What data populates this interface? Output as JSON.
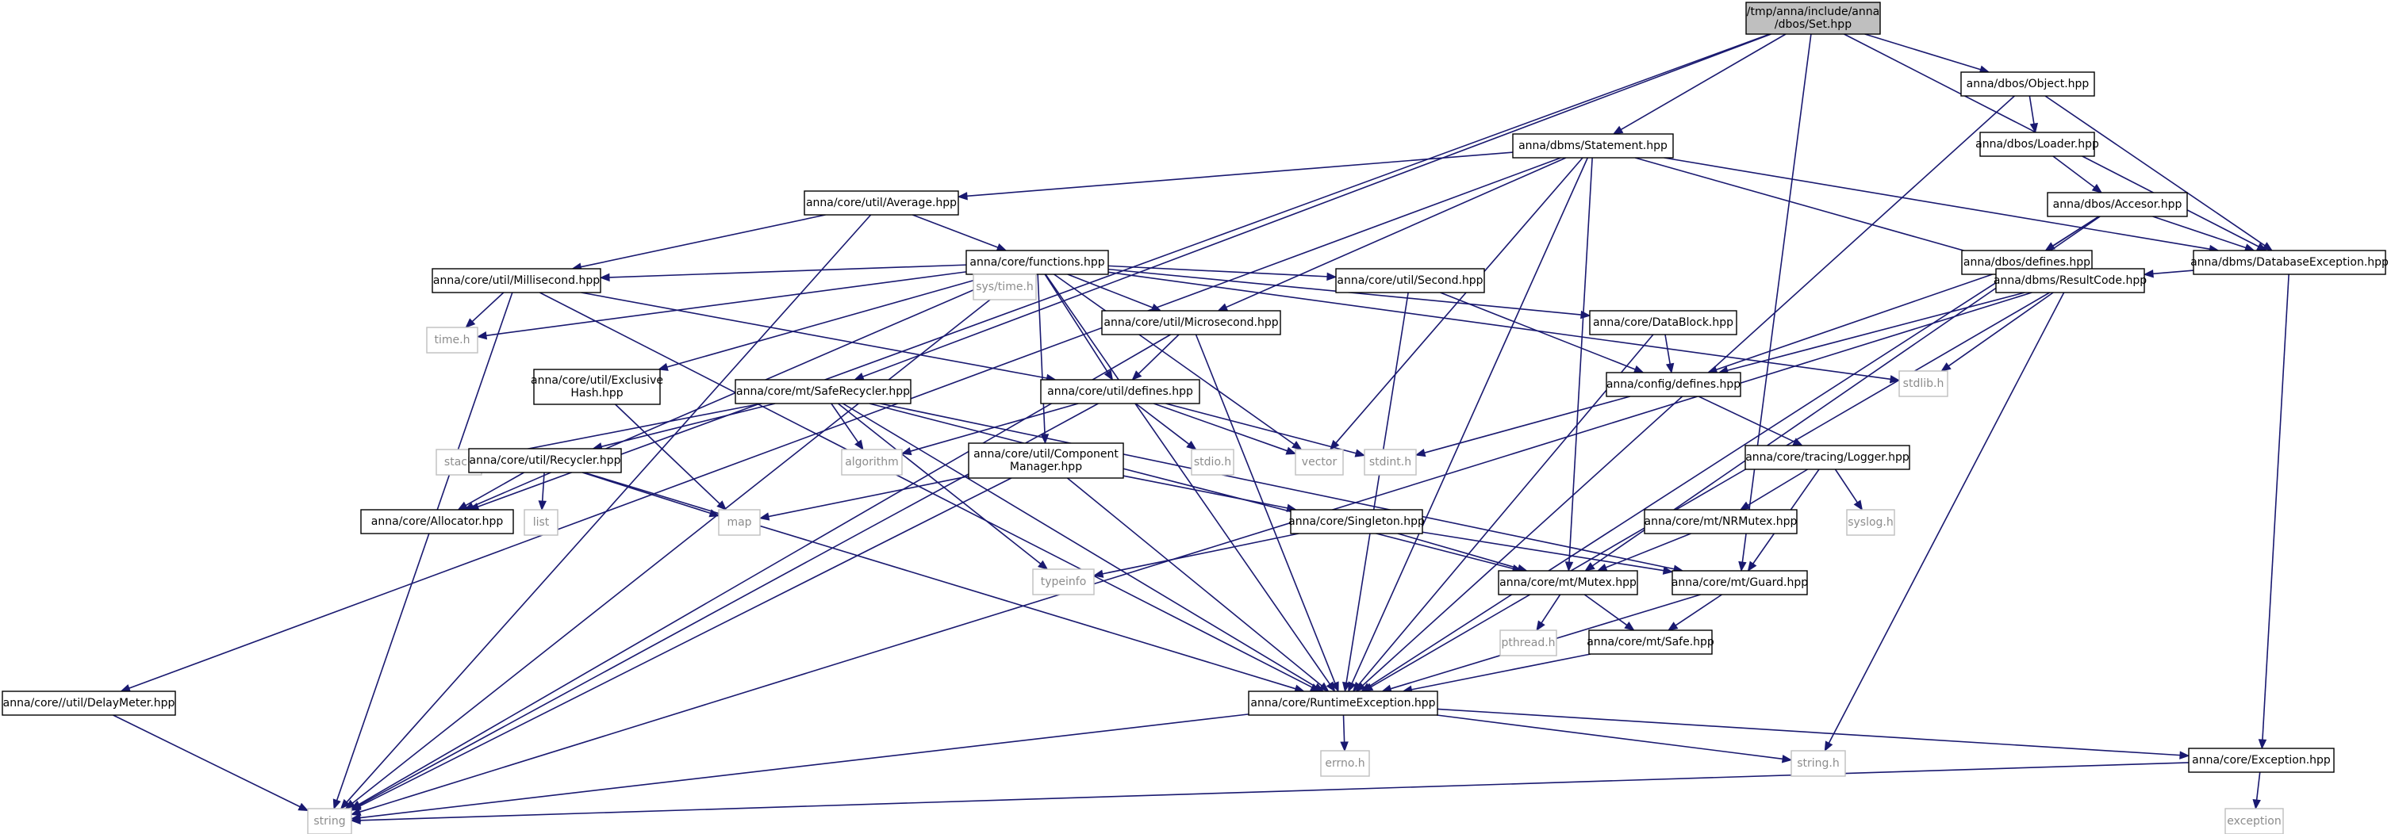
{
  "graph": {
    "nodes": {
      "root": {
        "lines": [
          "/tmp/anna/include/anna",
          "/dbos/Set.hpp"
        ],
        "kind": "root"
      },
      "object": {
        "lines": [
          "anna/dbos/Object.hpp"
        ],
        "kind": "file"
      },
      "statement": {
        "lines": [
          "anna/dbms/Statement.hpp"
        ],
        "kind": "file"
      },
      "loader": {
        "lines": [
          "anna/dbos/Loader.hpp"
        ],
        "kind": "file"
      },
      "accesor": {
        "lines": [
          "anna/dbos/Accesor.hpp"
        ],
        "kind": "file"
      },
      "average": {
        "lines": [
          "anna/core/util/Average.hpp"
        ],
        "kind": "file"
      },
      "dbosdefines": {
        "lines": [
          "anna/dbos/defines.hpp"
        ],
        "kind": "file"
      },
      "dbexc": {
        "lines": [
          "anna/dbms/DatabaseException.hpp"
        ],
        "kind": "file"
      },
      "functions": {
        "lines": [
          "anna/core/functions.hpp"
        ],
        "kind": "file"
      },
      "millisecond": {
        "lines": [
          "anna/core/util/Millisecond.hpp"
        ],
        "kind": "file"
      },
      "systime": {
        "lines": [
          "sys/time.h"
        ],
        "kind": "sys"
      },
      "microsecond": {
        "lines": [
          "anna/core/util/Microsecond.hpp"
        ],
        "kind": "file"
      },
      "second": {
        "lines": [
          "anna/core/util/Second.hpp"
        ],
        "kind": "file"
      },
      "datablock": {
        "lines": [
          "anna/core/DataBlock.hpp"
        ],
        "kind": "file"
      },
      "resultcode": {
        "lines": [
          "anna/dbms/ResultCode.hpp"
        ],
        "kind": "file"
      },
      "exclusivehash": {
        "lines": [
          "anna/core/util/Exclusive",
          "Hash.hpp"
        ],
        "kind": "file"
      },
      "timeh": {
        "lines": [
          "time.h"
        ],
        "kind": "sys"
      },
      "saferecycler": {
        "lines": [
          "anna/core/mt/SafeRecycler.hpp"
        ],
        "kind": "file"
      },
      "utildefines": {
        "lines": [
          "anna/core/util/defines.hpp"
        ],
        "kind": "file"
      },
      "configdefines": {
        "lines": [
          "anna/config/defines.hpp"
        ],
        "kind": "file"
      },
      "stdlib": {
        "lines": [
          "stdlib.h"
        ],
        "kind": "sys"
      },
      "stack": {
        "lines": [
          "stack"
        ],
        "kind": "sys"
      },
      "recycler": {
        "lines": [
          "anna/core/util/Recycler.hpp"
        ],
        "kind": "file"
      },
      "algorithm": {
        "lines": [
          "algorithm"
        ],
        "kind": "sys"
      },
      "compmgr": {
        "lines": [
          "anna/core/util/Component",
          "Manager.hpp"
        ],
        "kind": "file"
      },
      "stdio": {
        "lines": [
          "stdio.h"
        ],
        "kind": "sys"
      },
      "vector": {
        "lines": [
          "vector"
        ],
        "kind": "sys"
      },
      "stdint": {
        "lines": [
          "stdint.h"
        ],
        "kind": "sys"
      },
      "logger": {
        "lines": [
          "anna/core/tracing/Logger.hpp"
        ],
        "kind": "file"
      },
      "list": {
        "lines": [
          "list"
        ],
        "kind": "sys"
      },
      "allocator": {
        "lines": [
          "anna/core/Allocator.hpp"
        ],
        "kind": "file"
      },
      "map": {
        "lines": [
          "map"
        ],
        "kind": "sys"
      },
      "singleton": {
        "lines": [
          "anna/core/Singleton.hpp"
        ],
        "kind": "file"
      },
      "nrmutex": {
        "lines": [
          "anna/core/mt/NRMutex.hpp"
        ],
        "kind": "file"
      },
      "syslog": {
        "lines": [
          "syslog.h"
        ],
        "kind": "sys"
      },
      "typeinfo": {
        "lines": [
          "typeinfo"
        ],
        "kind": "sys"
      },
      "mutex": {
        "lines": [
          "anna/core/mt/Mutex.hpp"
        ],
        "kind": "file"
      },
      "guard": {
        "lines": [
          "anna/core/mt/Guard.hpp"
        ],
        "kind": "file"
      },
      "pthread": {
        "lines": [
          "pthread.h"
        ],
        "kind": "sys"
      },
      "safe": {
        "lines": [
          "anna/core/mt/Safe.hpp"
        ],
        "kind": "file"
      },
      "delaymeter": {
        "lines": [
          "anna/core//util/DelayMeter.hpp"
        ],
        "kind": "file"
      },
      "runtimeexc": {
        "lines": [
          "anna/core/RuntimeException.hpp"
        ],
        "kind": "file"
      },
      "errno": {
        "lines": [
          "errno.h"
        ],
        "kind": "sys"
      },
      "stringh": {
        "lines": [
          "string.h"
        ],
        "kind": "sys"
      },
      "exception": {
        "lines": [
          "anna/core/Exception.hpp"
        ],
        "kind": "file"
      },
      "string": {
        "lines": [
          "string"
        ],
        "kind": "sys"
      },
      "exceptionstd": {
        "lines": [
          "exception"
        ],
        "kind": "sys"
      }
    },
    "edges": [
      [
        "root",
        "statement"
      ],
      [
        "root",
        "object"
      ],
      [
        "root",
        "dbexc"
      ],
      [
        "root",
        "guard"
      ],
      [
        "root",
        "allocator"
      ],
      [
        "root",
        "saferecycler"
      ],
      [
        "object",
        "loader"
      ],
      [
        "object",
        "dbexc"
      ],
      [
        "object",
        "runtimeexc"
      ],
      [
        "loader",
        "accesor"
      ],
      [
        "accesor",
        "dbosdefines"
      ],
      [
        "accesor",
        "dbexc"
      ],
      [
        "accesor",
        "mutex"
      ],
      [
        "accesor",
        "runtimeexc"
      ],
      [
        "dbosdefines",
        "configdefines"
      ],
      [
        "dbexc",
        "resultcode"
      ],
      [
        "dbexc",
        "exception"
      ],
      [
        "statement",
        "average"
      ],
      [
        "statement",
        "delaymeter"
      ],
      [
        "statement",
        "microsecond"
      ],
      [
        "statement",
        "vector"
      ],
      [
        "statement",
        "mutex"
      ],
      [
        "statement",
        "resultcode"
      ],
      [
        "statement",
        "dbexc"
      ],
      [
        "statement",
        "runtimeexc"
      ],
      [
        "average",
        "functions"
      ],
      [
        "average",
        "millisecond"
      ],
      [
        "average",
        "string"
      ],
      [
        "functions",
        "millisecond"
      ],
      [
        "functions",
        "systime"
      ],
      [
        "functions",
        "microsecond"
      ],
      [
        "functions",
        "second"
      ],
      [
        "functions",
        "datablock"
      ],
      [
        "functions",
        "exclusivehash"
      ],
      [
        "functions",
        "utildefines"
      ],
      [
        "functions",
        "compmgr"
      ],
      [
        "functions",
        "timeh"
      ],
      [
        "functions",
        "vector"
      ],
      [
        "functions",
        "stdlib"
      ],
      [
        "functions",
        "string"
      ],
      [
        "functions",
        "runtimeexc"
      ],
      [
        "functions",
        "allocator"
      ],
      [
        "millisecond",
        "timeh"
      ],
      [
        "millisecond",
        "utildefines"
      ],
      [
        "millisecond",
        "string"
      ],
      [
        "millisecond",
        "runtimeexc"
      ],
      [
        "microsecond",
        "utildefines"
      ],
      [
        "microsecond",
        "string"
      ],
      [
        "microsecond",
        "runtimeexc"
      ],
      [
        "second",
        "configdefines"
      ],
      [
        "second",
        "runtimeexc"
      ],
      [
        "datablock",
        "configdefines"
      ],
      [
        "datablock",
        "runtimeexc"
      ],
      [
        "resultcode",
        "configdefines"
      ],
      [
        "resultcode",
        "stdlib"
      ],
      [
        "resultcode",
        "runtimeexc"
      ],
      [
        "resultcode",
        "stringh"
      ],
      [
        "resultcode",
        "string"
      ],
      [
        "exclusivehash",
        "map"
      ],
      [
        "saferecycler",
        "recycler"
      ],
      [
        "saferecycler",
        "stack"
      ],
      [
        "saferecycler",
        "algorithm"
      ],
      [
        "saferecycler",
        "typeinfo"
      ],
      [
        "saferecycler",
        "mutex"
      ],
      [
        "saferecycler",
        "guard"
      ],
      [
        "saferecycler",
        "runtimeexc"
      ],
      [
        "utildefines",
        "stdio"
      ],
      [
        "utildefines",
        "vector"
      ],
      [
        "utildefines",
        "stdint"
      ],
      [
        "utildefines",
        "algorithm"
      ],
      [
        "utildefines",
        "string"
      ],
      [
        "configdefines",
        "stdint"
      ],
      [
        "configdefines",
        "logger"
      ],
      [
        "recycler",
        "list"
      ],
      [
        "recycler",
        "map"
      ],
      [
        "recycler",
        "allocator"
      ],
      [
        "recycler",
        "runtimeexc"
      ],
      [
        "compmgr",
        "singleton"
      ],
      [
        "compmgr",
        "map"
      ],
      [
        "compmgr",
        "string"
      ],
      [
        "compmgr",
        "runtimeexc"
      ],
      [
        "logger",
        "nrmutex"
      ],
      [
        "logger",
        "syslog"
      ],
      [
        "logger",
        "guard"
      ],
      [
        "singleton",
        "typeinfo"
      ],
      [
        "singleton",
        "mutex"
      ],
      [
        "singleton",
        "guard"
      ],
      [
        "nrmutex",
        "mutex"
      ],
      [
        "mutex",
        "pthread"
      ],
      [
        "mutex",
        "safe"
      ],
      [
        "guard",
        "safe"
      ],
      [
        "guard",
        "runtimeexc"
      ],
      [
        "safe",
        "runtimeexc"
      ],
      [
        "delaymeter",
        "string"
      ],
      [
        "runtimeexc",
        "errno"
      ],
      [
        "runtimeexc",
        "stringh"
      ],
      [
        "runtimeexc",
        "exception"
      ],
      [
        "runtimeexc",
        "string"
      ],
      [
        "exception",
        "string"
      ],
      [
        "exception",
        "exceptionstd"
      ]
    ]
  }
}
